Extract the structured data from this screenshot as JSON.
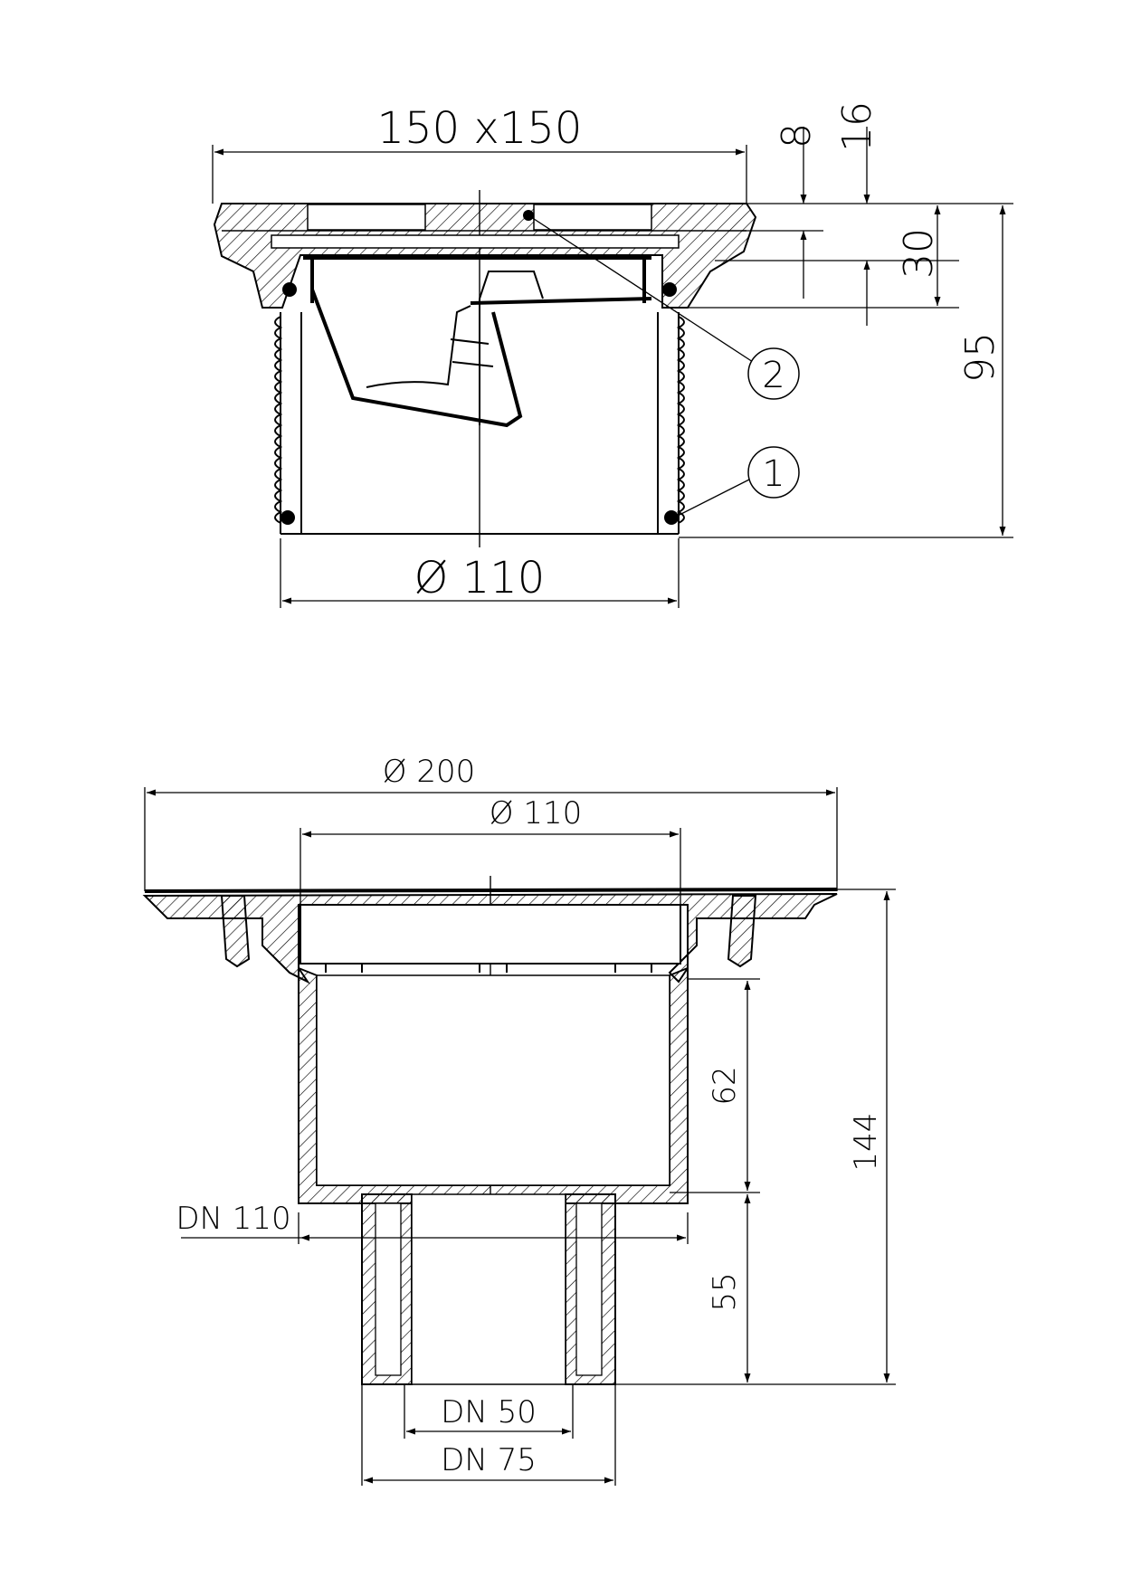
{
  "colors": {
    "ink": "#000000",
    "background": "#ffffff"
  },
  "top_view": {
    "dim_width": "150 x150",
    "dim_8": "8",
    "dim_16": "16",
    "dim_30": "30",
    "dim_95": "95",
    "dim_diameter": "Ø 110",
    "callout_1": "1",
    "callout_2": "2"
  },
  "bottom_view": {
    "dim_outer_diameter": "Ø 200",
    "dim_inner_diameter": "Ø 110",
    "dim_62": "62",
    "dim_144": "144",
    "dim_55": "55",
    "label_dn110": "DN 110",
    "label_dn50": "DN 50",
    "label_dn75": "DN 75"
  }
}
